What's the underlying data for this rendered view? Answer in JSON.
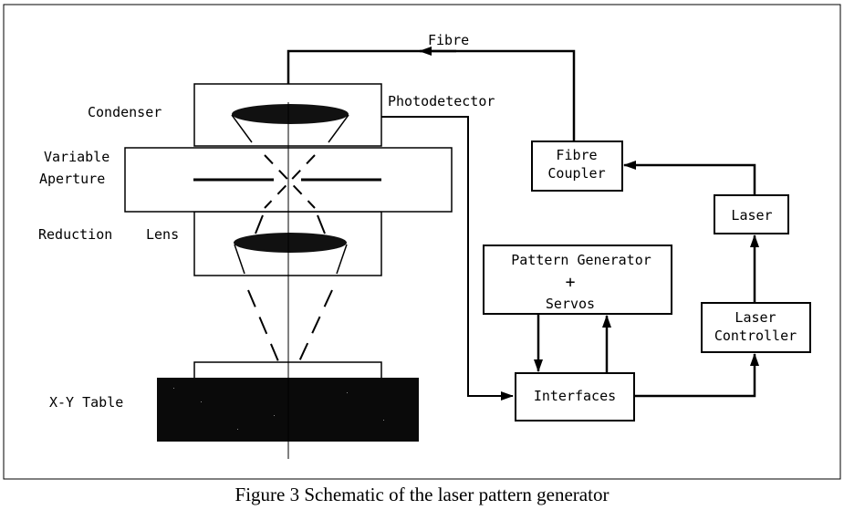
{
  "labels": {
    "fibre": "Fibre",
    "condenser": "Condenser",
    "photodetector": "Photodetector",
    "variable": "Variable",
    "aperture": "Aperture",
    "reduction": "Reduction",
    "lens": "Lens",
    "xy_table": "X-Y Table"
  },
  "boxes": {
    "fibre_coupler_1": "Fibre",
    "fibre_coupler_2": "Coupler",
    "laser": "Laser",
    "pattern_generator": "Pattern Generator",
    "plus": "+",
    "servos": "Servos",
    "laser_controller_1": "Laser",
    "laser_controller_2": "Controller",
    "interfaces": "Interfaces"
  },
  "caption": "Figure 3 Schematic of the laser pattern generator"
}
